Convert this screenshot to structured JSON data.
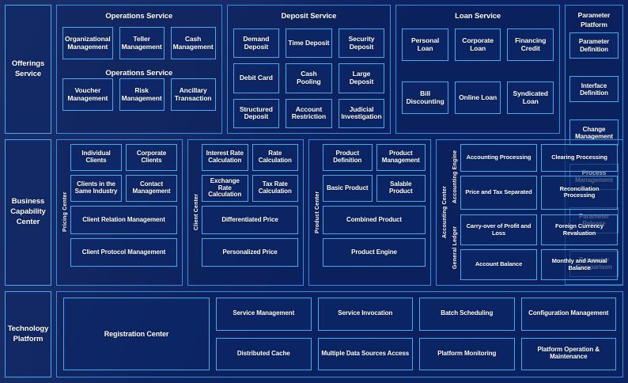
{
  "rows": {
    "offerings": {
      "side_label": "Offerings Service",
      "groups": [
        {
          "title": "Operations Service",
          "duplicate_title": "Operations Service",
          "items": [
            "Organizational Management",
            "Teller Management",
            "Cash Management",
            "Voucher Management",
            "Risk Management",
            "Ancillary Transaction"
          ]
        },
        {
          "title": "Deposit Service",
          "items": [
            "Demand Deposit",
            "Time Deposit",
            "Security Deposit",
            "Debit Card",
            "Cash Pooling",
            "Large Deposit",
            "Structured Deposit",
            "Account Restriction",
            "Judicial Investigation"
          ]
        },
        {
          "title": "Loan Service",
          "items": [
            "Personal Loan",
            "Corporate Loan",
            "Financing Credit",
            "Bill Discounting",
            "Online Loan",
            "Syndicated Loan"
          ]
        }
      ]
    },
    "capability": {
      "side_label": "Business Capability Center",
      "groups": [
        {
          "vertical_label": "Pricing Center",
          "pairs": [
            [
              "Individual Clients",
              "Corporate Clients"
            ],
            [
              "Clients in the Same Industry",
              "Contact Management"
            ]
          ],
          "wide": [
            "Client Relation Management",
            "Client Protocol Management"
          ]
        },
        {
          "vertical_label": "Client Center",
          "pairs": [
            [
              "Interest Rate Calculation",
              "Rate Calculation"
            ],
            [
              "Exchange Rate Calculation",
              "Tax Rate Calculation"
            ]
          ],
          "wide": [
            "Differentiated Price",
            "Personalized Price"
          ]
        },
        {
          "vertical_label": "Product Center",
          "pairs": [
            [
              "Product Definition",
              "Product Management"
            ],
            [
              "Basic Product",
              "Salable Product"
            ]
          ],
          "wide": [
            "Combined Product",
            "Product Engine"
          ]
        }
      ],
      "accounting": {
        "outer_label": "Accounting Center",
        "sections": [
          {
            "label": "Accounting Engine",
            "cells": [
              "Accounting Processing",
              "Clearing Processing",
              "Price and Tax Separated",
              "Reconciliation Processing"
            ]
          },
          {
            "label": "General  Ledger",
            "cells": [
              "Carry-over of Profit and Loss",
              "Foreign Currency Revaluation",
              "Account Balance",
              "Monthly and Annual Balance"
            ]
          }
        ]
      }
    },
    "technology": {
      "side_label": "Technology Platform",
      "registration": "Registration Center",
      "items": [
        "Service Management",
        "Service Invocation",
        "Batch Scheduling",
        "Configuration Management",
        "Distributed Cache",
        "Multiple Data Sources Access",
        "Platform Monitoring",
        "Platform Operation & Maintenance"
      ]
    }
  },
  "parameter_rail": {
    "title_line1": "Parameter",
    "title_line2": "Platform",
    "items": [
      "Parameter Definition",
      "Interface Definition",
      "Change Management",
      "Process Management",
      "Parameter Release",
      "Parameter Comparison"
    ]
  },
  "colors": {
    "background": "#0d2260",
    "frame_border": "#2f8fe0",
    "box_border": "#4aa8ef",
    "text": "#ffffff"
  }
}
